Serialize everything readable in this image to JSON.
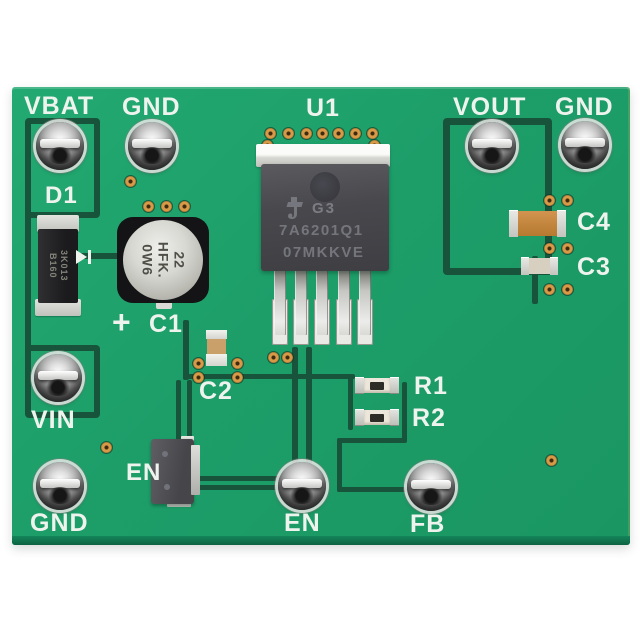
{
  "silkscreen": {
    "vbat": "VBAT",
    "gnd_top_left": "GND",
    "u1": "U1",
    "vout": "VOUT",
    "gnd_top_right": "GND",
    "d1": "D1",
    "c1_polarity": "+",
    "c1": "C1",
    "c2": "C2",
    "c3": "C3",
    "c4": "C4",
    "r1": "R1",
    "r2": "R2",
    "vin": "VIN",
    "en_switch": "EN",
    "gnd_bottom_left": "GND",
    "en_terminal": "EN",
    "fb": "FB"
  },
  "u1_marking": {
    "line1": "G3",
    "line2": "7A6201Q1",
    "line3": "07MKKVE"
  },
  "c1_marking": {
    "line1": "22",
    "line2": "HFK.",
    "line3": "0W6"
  },
  "d1_marking": {
    "line1": "3K013",
    "line2": "B160"
  },
  "colors": {
    "background": "#ffffff",
    "board_green": "#1d9e69",
    "trace_dark_green": "#17543b",
    "silkscreen_white": "#eef3ee",
    "via_gold": "#d89a48",
    "chip_body_gray": "#48484d",
    "metal_silver": "#d6d6d2",
    "capacitor_tan": "#c4883f"
  }
}
